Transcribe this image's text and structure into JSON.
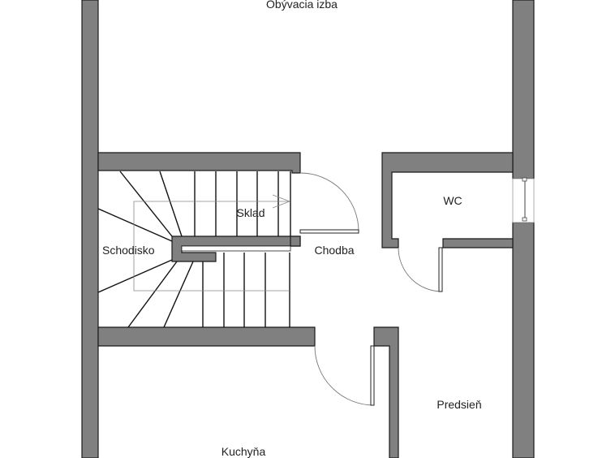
{
  "plan": {
    "rooms": [
      {
        "id": "living",
        "label": "Obývacia izba"
      },
      {
        "id": "storage",
        "label": "Sklad"
      },
      {
        "id": "stairs",
        "label": "Schodisko"
      },
      {
        "id": "hall",
        "label": "Chodba"
      },
      {
        "id": "wc",
        "label": "WC"
      },
      {
        "id": "entry",
        "label": "Predsieň"
      },
      {
        "id": "kitchen",
        "label": "Kuchyňa"
      }
    ],
    "colors": {
      "wall": "#808080",
      "outline": "#1a1a1a",
      "background": "#ffffff"
    }
  }
}
